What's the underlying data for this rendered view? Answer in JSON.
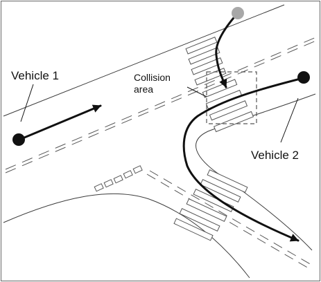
{
  "labels": {
    "vehicle1": "Vehicle 1",
    "vehicle2": "Vehicle 2",
    "collision_line1": "Collision",
    "collision_line2": "area"
  },
  "colors": {
    "trajectory": "#111111",
    "vehicle1_dot": "#111111",
    "vehicle2_dot": "#111111",
    "pedestrian_dot": "#a8a8a8"
  }
}
